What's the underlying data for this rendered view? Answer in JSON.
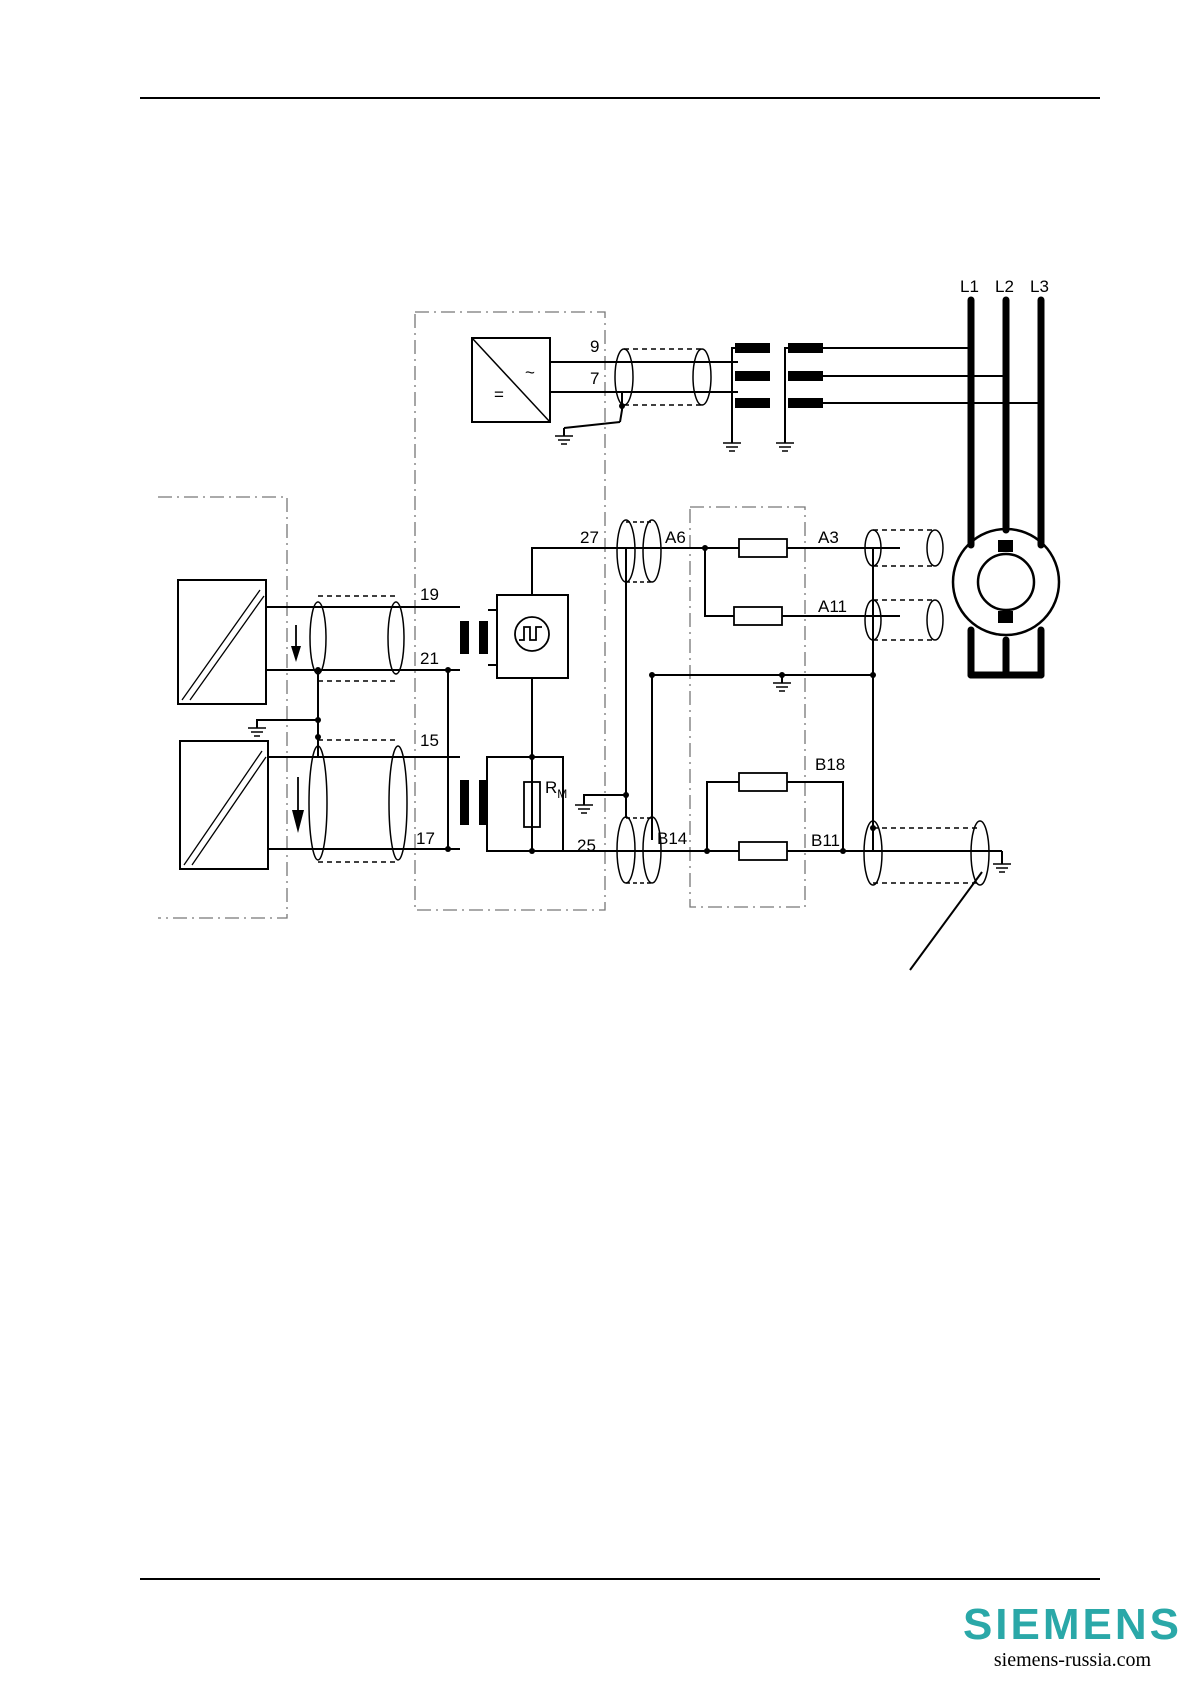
{
  "terminals": {
    "t9": "9",
    "t7": "7",
    "t27": "27",
    "t19": "19",
    "t21": "21",
    "t15": "15",
    "t17": "17",
    "t25": "25"
  },
  "resistor_labels": {
    "rm_main": "R",
    "rm_sub": "M"
  },
  "connectors": {
    "a6": "A6",
    "a3": "A3",
    "a11": "A11",
    "b18": "B18",
    "b14": "B14",
    "b11": "B11"
  },
  "phases": {
    "l1": "L1",
    "l2": "L2",
    "l3": "L3"
  },
  "converter_symbols": {
    "equals": "=",
    "tilde": "~"
  },
  "footer": {
    "brand": "SIEMENS",
    "url": "siemens-russia.com"
  },
  "colors": {
    "brand": "#2aa8a8",
    "line": "#000000"
  }
}
